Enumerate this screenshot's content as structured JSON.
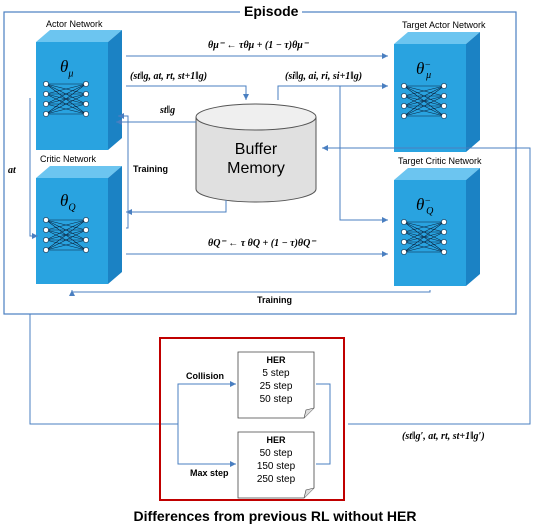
{
  "episode_label": "Episode",
  "networks": {
    "actor": {
      "label": "Actor Network",
      "symbol": "θ",
      "sub": "μ",
      "sup": ""
    },
    "critic": {
      "label": "Critic Network",
      "symbol": "θ",
      "sub": "Q",
      "sup": ""
    },
    "target_actor": {
      "label": "Target Actor Network",
      "symbol": "θ",
      "sub": "μ",
      "sup": "−"
    },
    "target_critic": {
      "label": "Target Critic Network",
      "symbol": "θ",
      "sub": "Q",
      "sup": "−"
    }
  },
  "buffer": {
    "line1": "Buffer",
    "line2": "Memory"
  },
  "formulas": {
    "actor_update": "θμ⁻ ← τθμ + (1 − τ)θμ⁻",
    "critic_update": "θQ⁻ ← τ θQ + (1 − τ)θQ⁻",
    "transition_in": "(st‖g, at, rt, st+1‖g)",
    "transition_out": "(si‖g, ai, ri, si+1‖g)",
    "state_goal": "st‖g",
    "action": "at",
    "her_transition": "(st‖g′, at, rt, st+1‖g′)"
  },
  "training_labels": {
    "critic_to_actor": "Training",
    "target_to_critic": "Training"
  },
  "her": {
    "collision": {
      "condition": "Collision",
      "title": "HER",
      "steps": [
        "5 step",
        "25 step",
        "50 step"
      ]
    },
    "max_step": {
      "condition": "Max step",
      "title": "HER",
      "steps": [
        "50 step",
        "150 step",
        "250 step"
      ]
    }
  },
  "caption": "Differences from previous RL without HER",
  "colors": {
    "cube_front": "#29a3e0",
    "cube_side": "#1b82c4",
    "cube_top": "#6cc5f0",
    "arrow": "#4a7fc1",
    "highlight_box": "#c00000",
    "buffer_fill": "#e0e0e0"
  }
}
